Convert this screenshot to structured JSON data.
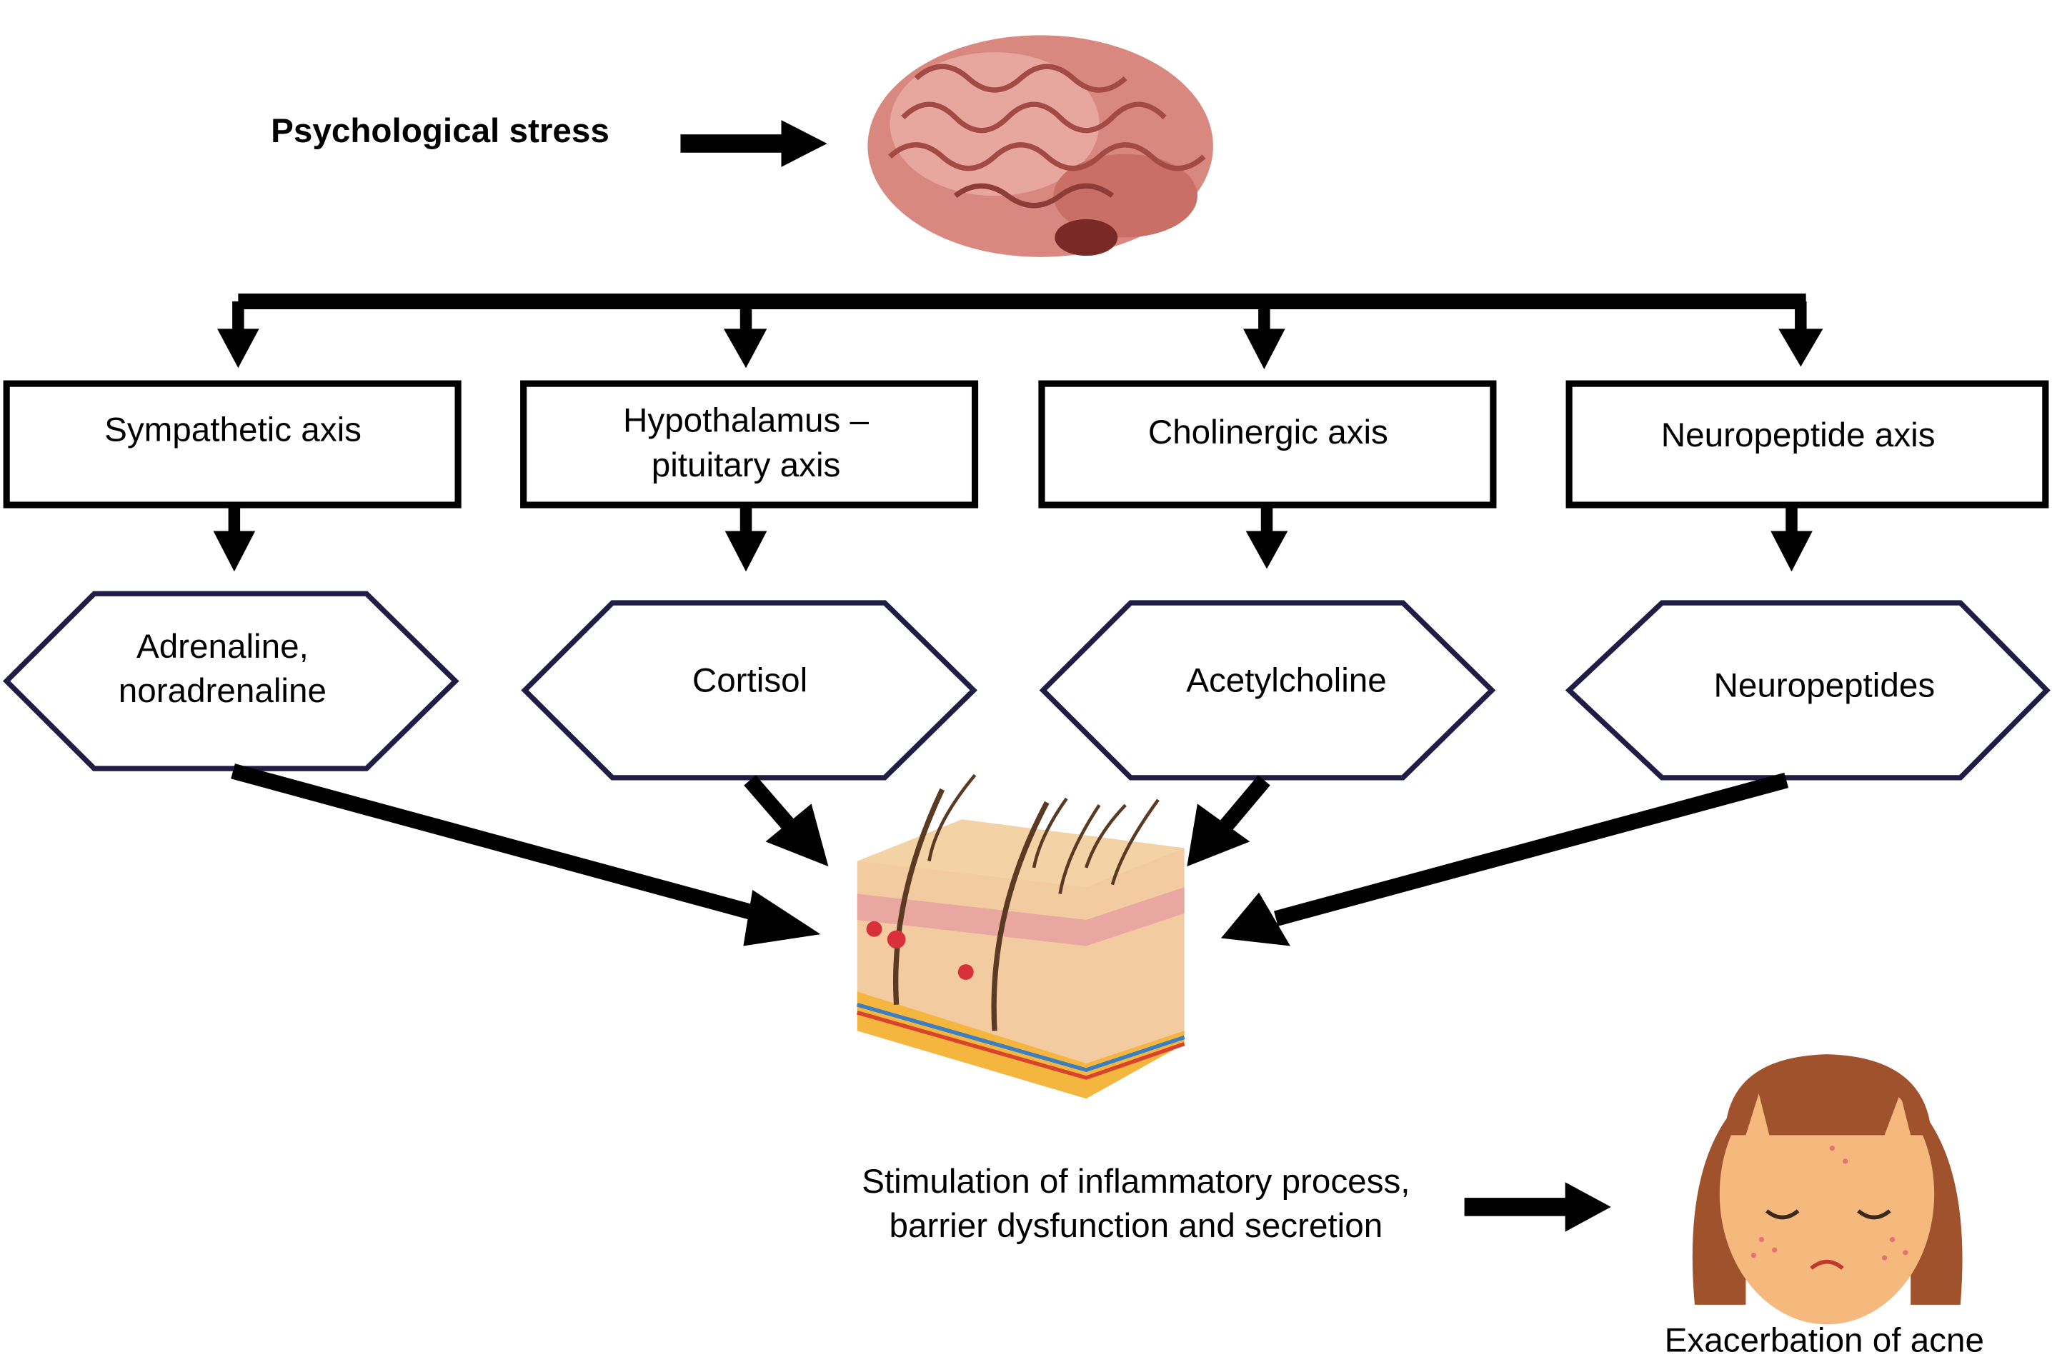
{
  "diagram": {
    "title": "Psychological stress",
    "source_image": "brain",
    "axes": [
      {
        "id": "sympathetic",
        "box_lines": [
          "Sympathetic axis"
        ],
        "mediator_lines": [
          "Adrenaline,",
          "noradrenaline"
        ]
      },
      {
        "id": "hpa",
        "box_lines": [
          "Hypothalamus –",
          "pituitary axis"
        ],
        "mediator_lines": [
          "Cortisol"
        ]
      },
      {
        "id": "cholinergic",
        "box_lines": [
          "Cholinergic axis"
        ],
        "mediator_lines": [
          "Acetylcholine"
        ]
      },
      {
        "id": "neuropeptide",
        "box_lines": [
          "Neuropeptide axis"
        ],
        "mediator_lines": [
          "Neuropeptides"
        ]
      }
    ],
    "target_image": "skin cross-section",
    "effect_lines": [
      "Stimulation of inflammatory process,",
      "barrier dysfunction and secretion"
    ],
    "outcome_label": "Exacerbation of acne",
    "outcome_image": "face with acne"
  },
  "colors": {
    "box_stroke": "#000000",
    "hex_stroke": "#1f1d45",
    "arrow": "#000000",
    "brain": "#d98880",
    "hair": "#8a4a24",
    "skin_face": "#f5b97e"
  }
}
